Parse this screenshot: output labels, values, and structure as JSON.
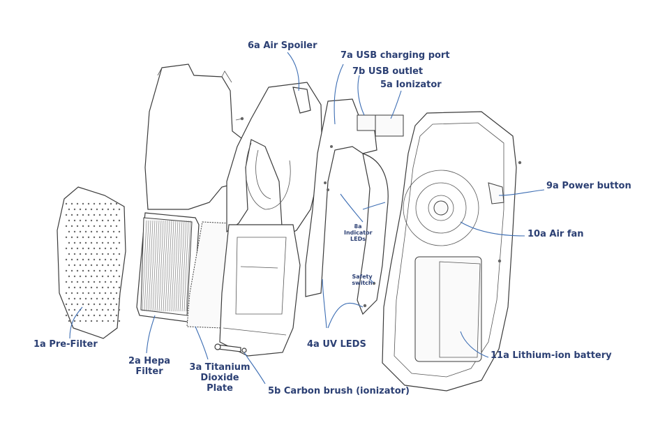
{
  "colors": {
    "label": "#2b3f73",
    "leader": "#3c6db3",
    "line": "#3a3a3a"
  },
  "labels": {
    "pre_filter": "1a Pre-Filter",
    "hepa_filter_line1": "2a Hepa",
    "hepa_filter_line2": "Filter",
    "titanium_line1": "3a Titanium",
    "titanium_line2": "Dioxide",
    "titanium_line3": "Plate",
    "uv_leds": "4a UV LEDS",
    "ionizator": "5a Ionizator",
    "carbon_brush": "5b Carbon brush (ionizator)",
    "air_spoiler": "6a Air Spoiler",
    "usb_charging_port": "7a USB charging port",
    "usb_outlet": "7b USB outlet",
    "indicator_leds_line1": "8a",
    "indicator_leds_line2": "Indicator",
    "indicator_leds_line3": "LEDs",
    "safety_switch_line1": "Safety",
    "safety_switch_line2": "switch",
    "power_button": "9a Power button",
    "air_fan": "10a Air fan",
    "battery": "11a Lithium-ion battery"
  }
}
